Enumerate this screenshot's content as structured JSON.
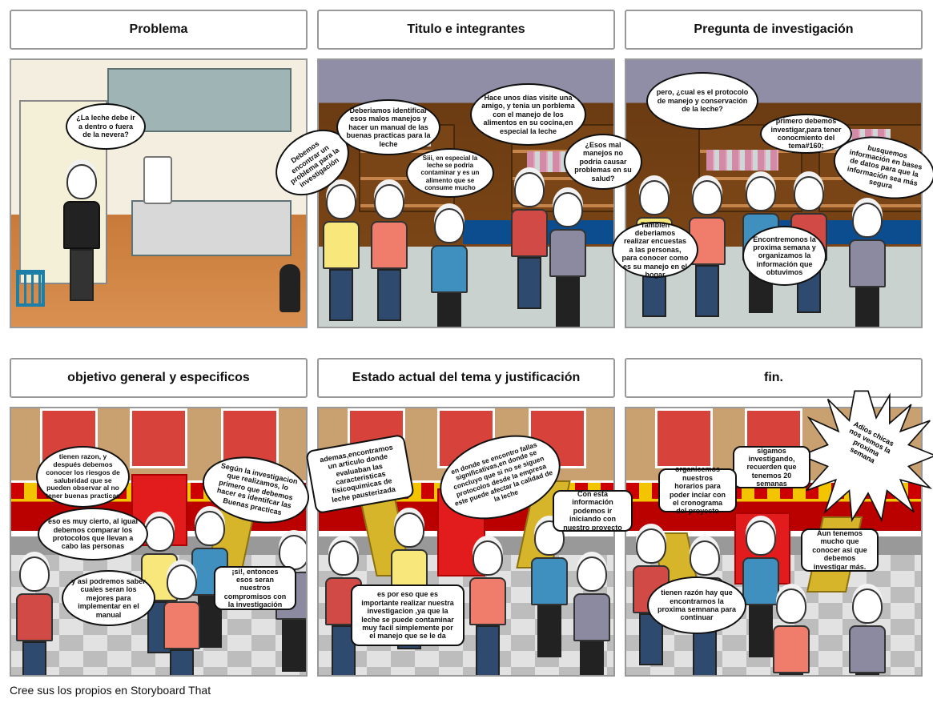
{
  "panels": [
    {
      "title": "Problema",
      "bubbles": [
        "¿La leche debe ir a dentro o fuera de la nevera?"
      ]
    },
    {
      "title": "Titulo e integrantes",
      "bubbles": [
        "Debemos encontrar un problema para la investigación",
        "Deberiamos identificar esos malos manejos y hacer un manual de las buenas practicas para la leche",
        "Hace unos días visite una amigo, y tenia un porblema con el manejo de los alimentos en su cocina,en especial la leche",
        "Siii, en especial la leche se podria contaminar y es un alimento que se consume mucho",
        "¿Esos mal manejos no podria causar problemas en su salud?"
      ]
    },
    {
      "title": "Pregunta de investigación",
      "bubbles": [
        "pero, ¿cual es el protocolo de manejo y conservación de la leche?",
        "primero debemos investigar,para tener conocmiento del tema#160;",
        "busquemos información en bases de datos para que la información sea más segura",
        "También deberiamos realizar encuestas a las personas, para conocer como es su manejo en el hogar",
        "Encontremonos la proxima semana y organizamos la información que obtuvimos"
      ]
    },
    {
      "title": "objetivo general y especificos",
      "bubbles": [
        "tienen razon, y después debemos conocer los riesgos de salubridad que se pueden observar al no tener buenas practicas",
        "Según la investigacion que realizamos, lo primero que debemos hacer es identifcar las Buenas practicas",
        "eso es muy cierto, al igual debemos comparar los protocolos que llevan a cabo las personas",
        "y asi podremos saber cuales seran los mejores para implementar en el manual",
        "¡si!, entonces esos seran nuestros compromisos con la investigación"
      ]
    },
    {
      "title": "Estado actual del tema y justificación",
      "bubbles": [
        "ademas,encontramos un articulo donde evaluaban las caracteristicas fisicoquimicas de leche pausterizada",
        "en donde se encontro fallas significativas,en donde se concluyo que si no se siguen protocolos desde la empresa este puede afectar la calidad de la leche",
        "Con esta información podemos ir iniciando con nuestro proyecto",
        "es por eso que es importante realizar nuestra investigacion ,ya que la leche se puede contaminar muy facil simplemente por el manejo que se le da"
      ]
    },
    {
      "title": "fin.",
      "bubbles": [
        "Adios chicas nos vemos la proxima semana",
        "sigamos investigando, recuerden que tenemos 20 semanas",
        "organicemos nuestros horarios para poder inciar con el cronograma del proyecto",
        "tienen razón hay que encontrarnos la proxima semnana para continuar",
        "Aun tenemos mucho que conocer asi que debemos investigar más."
      ]
    }
  ],
  "footer": "Cree sus los propios en Storyboard That"
}
